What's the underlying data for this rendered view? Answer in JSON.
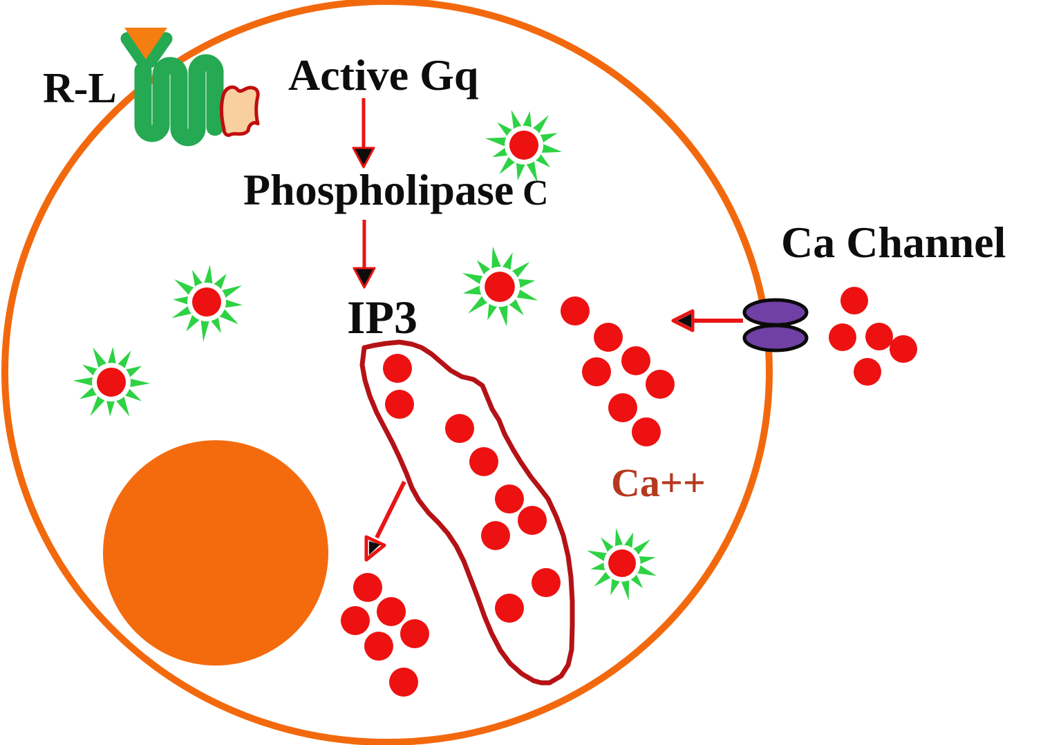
{
  "diagram": {
    "description": "Cell signaling diagram of the Gq / Phospholipase C / IP3 calcium release pathway",
    "labels": {
      "receptor_ligand": "R-L",
      "active_gq": "Active Gq",
      "phospholipase": "Phospholipase",
      "phospholipase_c_suffix": "C",
      "ip3": "IP3",
      "calcium_ions": "Ca++",
      "ca_channel": "Ca Channel"
    },
    "colors": {
      "membrane_orange": "#f2690d",
      "nucleus_orange": "#f46b0e",
      "ligand_orange": "#f57e10",
      "receptor_green": "#25a952",
      "starburst_green": "#2ed244",
      "ion_red": "#ee1111",
      "er_outline_dark_red": "#b51216",
      "arrow_red": "#e81515",
      "g_protein_fill": "#f9cfa0",
      "g_protein_stroke": "#c00d0d",
      "channel_purple": "#7040a4",
      "calcium_label_color": "#b5381f",
      "label_black": "#0d0d0d"
    },
    "counts": {
      "starbursts": 5,
      "ions_in_er": 9,
      "ions_released_from_er": 6,
      "ions_in_cytosol": 7,
      "ions_extracellular": 5
    }
  }
}
